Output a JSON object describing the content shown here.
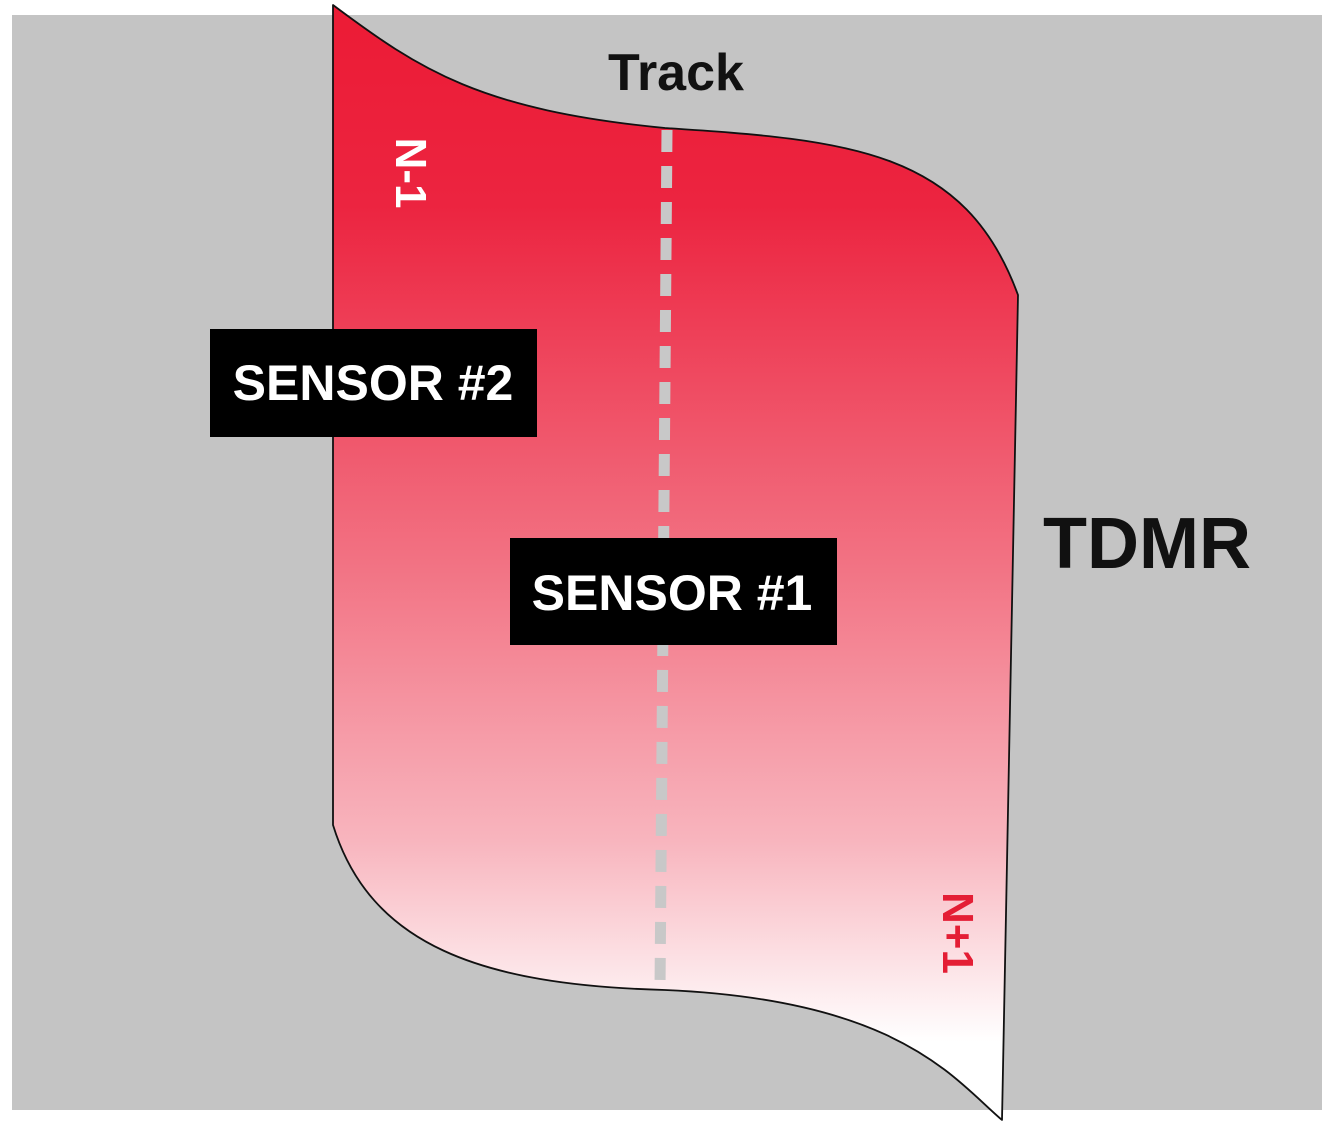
{
  "labels": {
    "track": "Track",
    "technology": "TDMR",
    "sensor_1": "SENSOR #1",
    "sensor_2": "SENSOR #2",
    "track_prev": "N-1",
    "track_next": "N+1"
  },
  "colors": {
    "background": "#c4c4c4",
    "track_gradient_top": "#ec1b35",
    "track_gradient_bottom": "#ffffff",
    "sensor_box": "#000000",
    "sensor_text": "#ffffff",
    "dashed_line": "#c8c8c8",
    "track_prev_label": "#ffffff",
    "track_next_label": "#e41e35"
  }
}
